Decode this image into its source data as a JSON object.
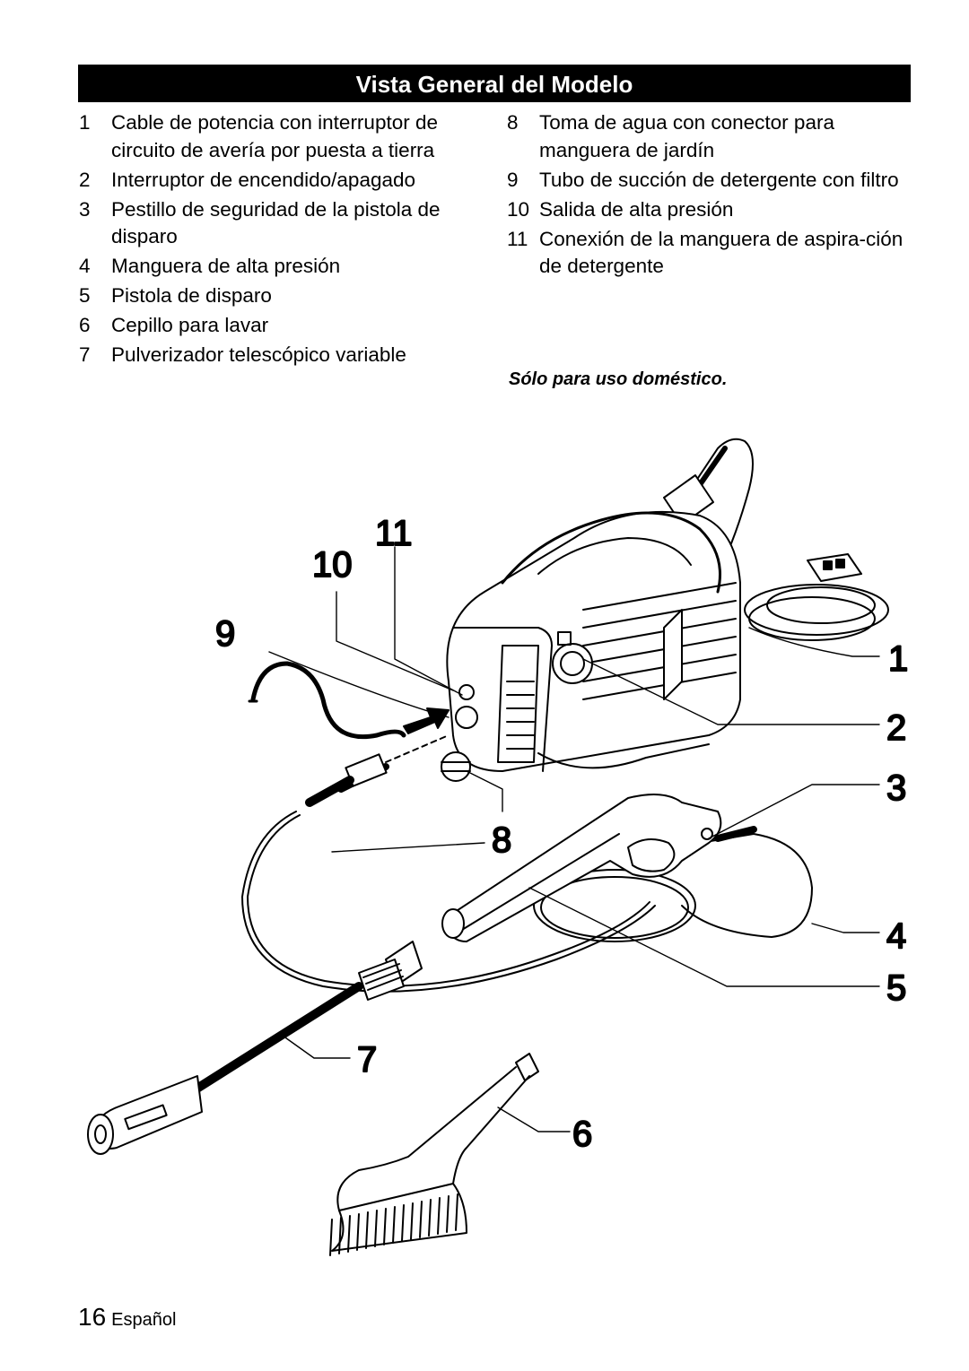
{
  "page": {
    "title": "Vista General del Modelo",
    "items_left": [
      {
        "num": "1",
        "text": "Cable de potencia con interruptor de circuito de avería por puesta a tierra"
      },
      {
        "num": "2",
        "text": "Interruptor de encendido/apagado"
      },
      {
        "num": "3",
        "text": "Pestillo de seguridad de la pistola de disparo"
      },
      {
        "num": "4",
        "text": "Manguera de alta presión"
      },
      {
        "num": "5",
        "text": "Pistola de disparo"
      },
      {
        "num": "6",
        "text": "Cepillo para lavar"
      },
      {
        "num": "7",
        "text": "Pulverizador telescópico variable"
      }
    ],
    "items_right": [
      {
        "num": "8",
        "text": "Toma de agua con conector para manguera de jardín"
      },
      {
        "num": "9",
        "text": "Tubo de succión de detergente con filtro"
      },
      {
        "num": "10",
        "text": "Salida de alta presión"
      },
      {
        "num": "11",
        "text": "Conexión de la manguera de aspira-ción de detergente"
      }
    ],
    "note": "Sólo para uso doméstico.",
    "callouts": [
      "1",
      "2",
      "3",
      "4",
      "5",
      "6",
      "7",
      "8",
      "9",
      "10",
      "11"
    ],
    "footer": {
      "page_number": "16",
      "language": "Español"
    }
  }
}
